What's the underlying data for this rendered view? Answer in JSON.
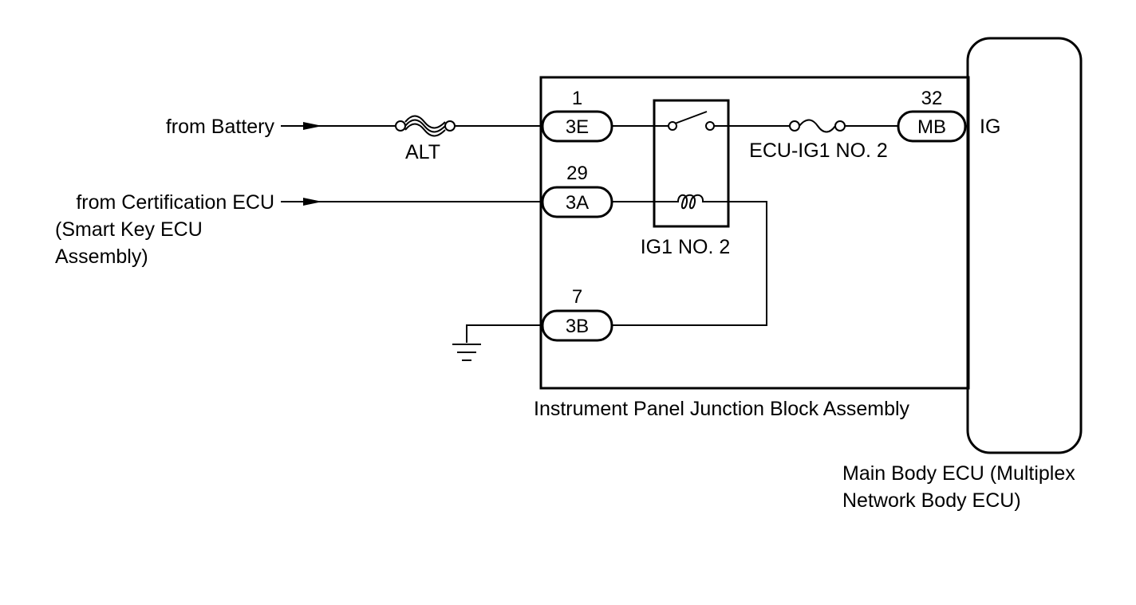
{
  "sources": {
    "battery": "from Battery",
    "cert_line1": "from Certification ECU",
    "cert_line2": "(Smart Key ECU",
    "cert_line3": "Assembly)"
  },
  "fuses": {
    "alt": "ALT",
    "ecu_ig1": "ECU-IG1 NO. 2"
  },
  "relay": {
    "label": "IG1 NO. 2"
  },
  "junction_block": {
    "label": "Instrument Panel Junction Block Assembly",
    "connectors": [
      {
        "pin": "1",
        "code": "3E"
      },
      {
        "pin": "29",
        "code": "3A"
      },
      {
        "pin": "7",
        "code": "3B"
      }
    ]
  },
  "main_body_ecu": {
    "label_line1": "Main Body ECU (Multiplex",
    "label_line2": "Network Body ECU)",
    "connector": {
      "pin": "32",
      "code": "MB"
    },
    "terminal": "IG"
  },
  "icons": [
    "arrow-icon",
    "fuse-icon",
    "relay-switch-icon",
    "relay-coil-icon",
    "ground-icon"
  ]
}
